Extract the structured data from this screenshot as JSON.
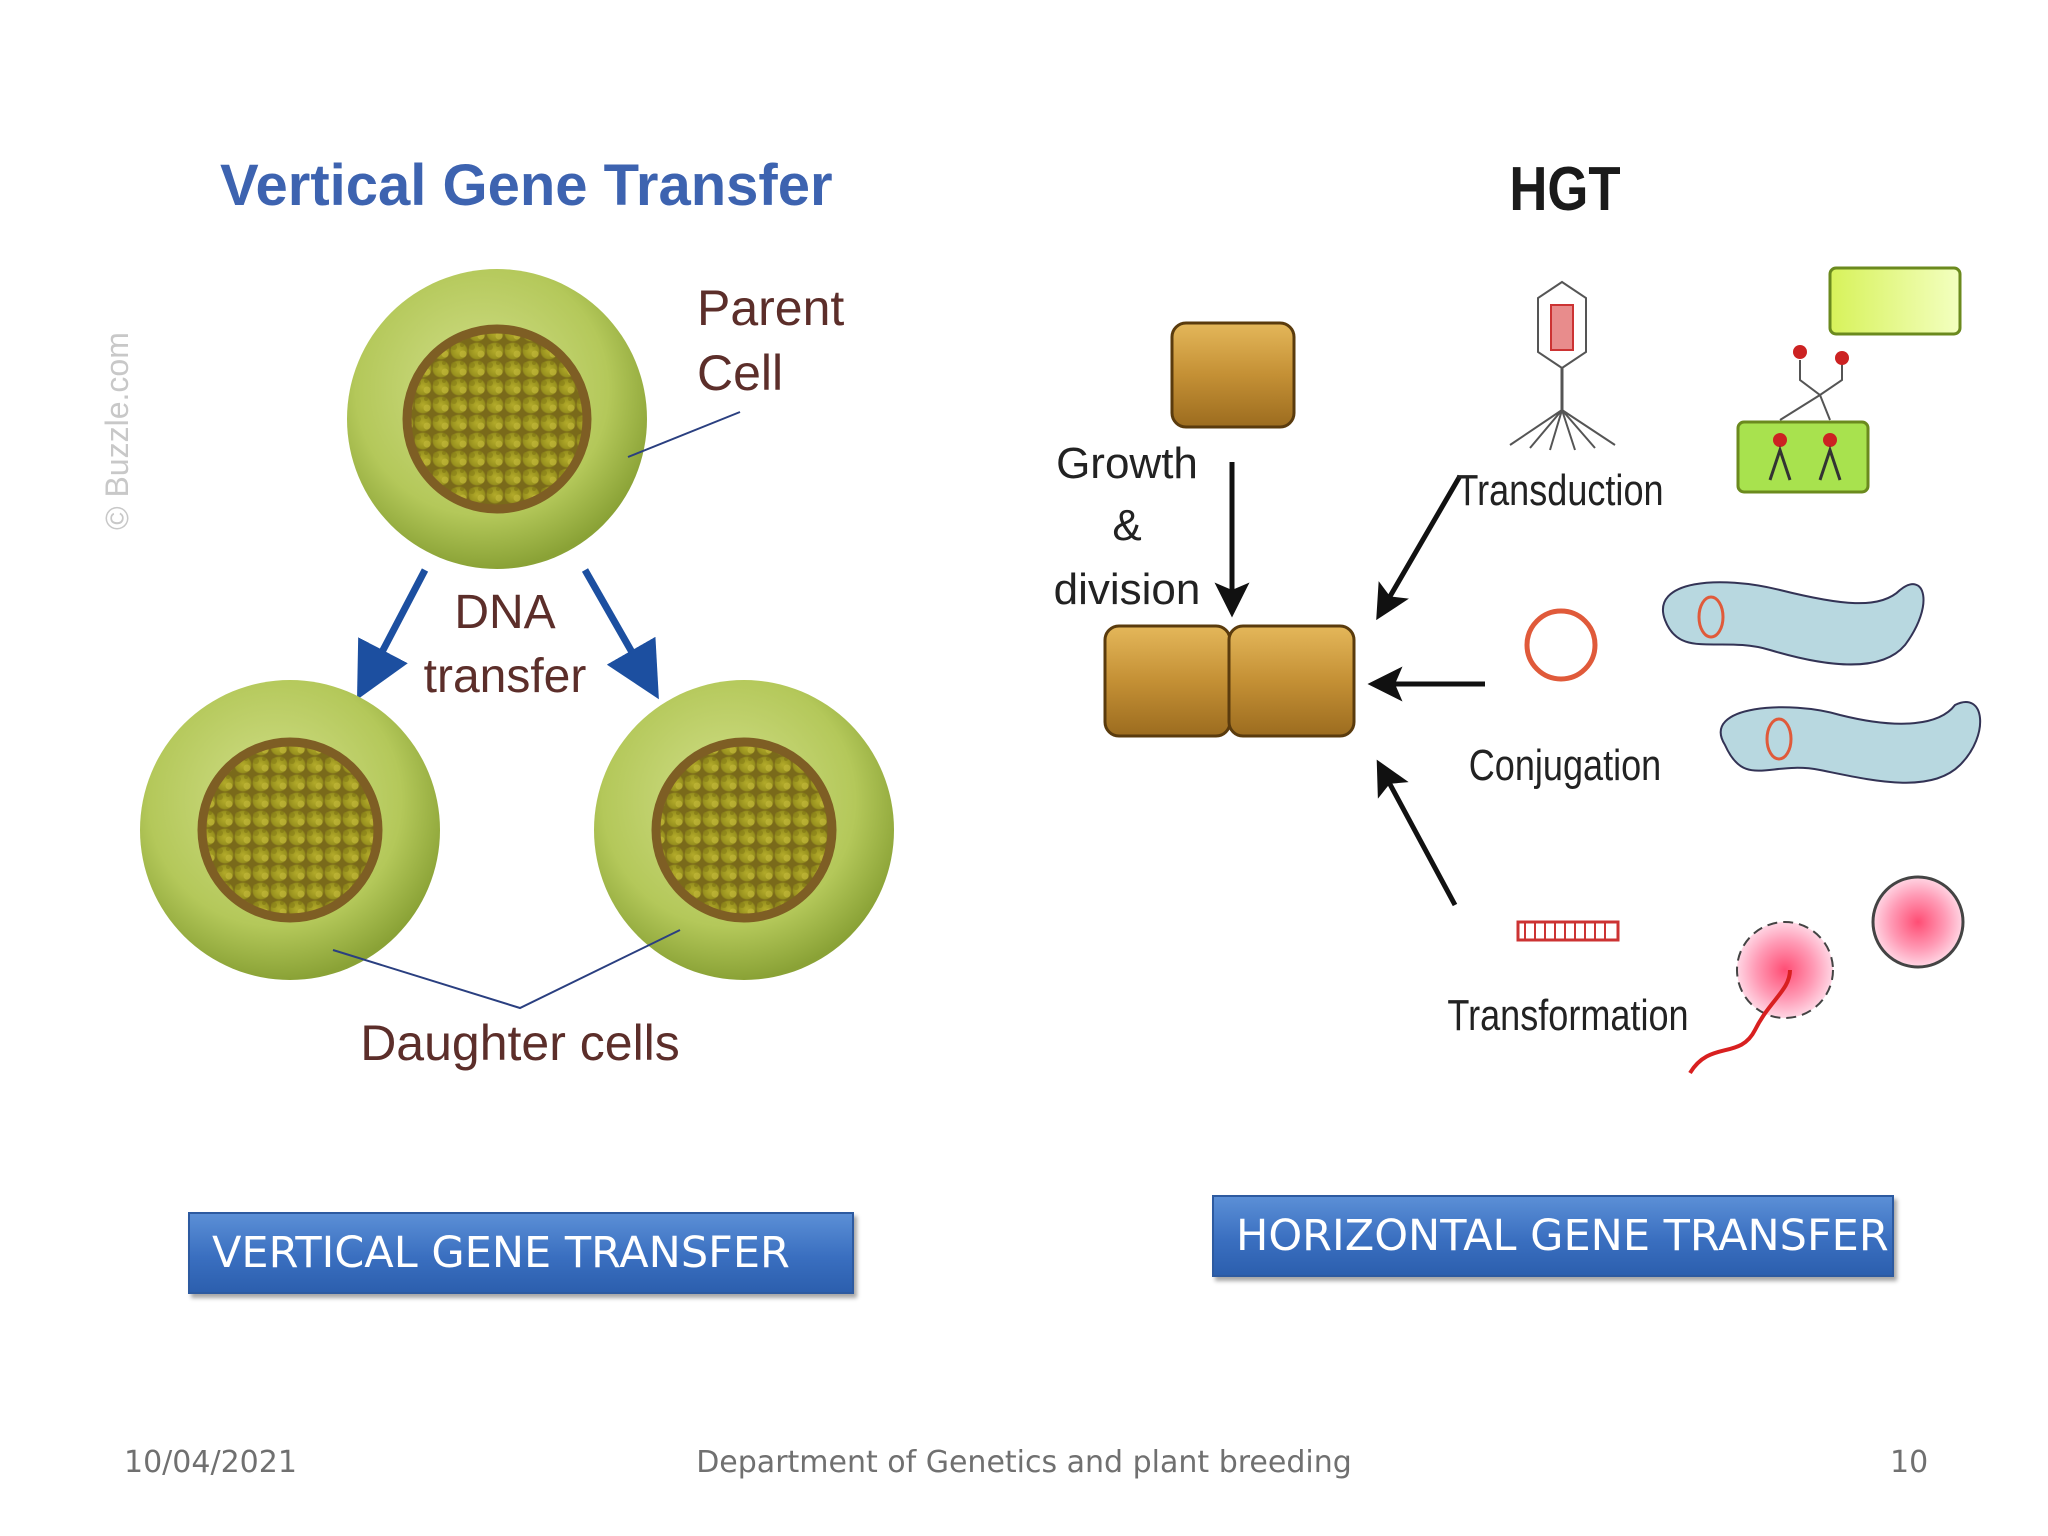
{
  "vgt": {
    "title": "Vertical Gene Transfer",
    "watermark": "© Buzzle.com",
    "parent_label_1": "Parent",
    "parent_label_2": "Cell",
    "dna_label_1": "DNA",
    "dna_label_2": "transfer",
    "daughter_label": "Daughter cells"
  },
  "hgt": {
    "title": "HGT",
    "growth_label_1": "Growth",
    "growth_label_2": "&",
    "growth_label_3": "division",
    "transduction_label": "Transduction",
    "conjugation_label": "Conjugation",
    "transformation_label": "Transformation"
  },
  "buttons": {
    "vertical": "VERTICAL GENE TRANSFER",
    "horizontal": "HORIZONTAL GENE TRANSFER"
  },
  "footer": {
    "date": "10/04/2021",
    "department": "Department of Genetics and plant breeding",
    "page": "10"
  },
  "colors": {
    "title_blue": "#3d63b0",
    "button_blue": "#3a6fc0",
    "cell_green": "#a9c050",
    "bacterium_gold": "#c9973a",
    "plasmid_red": "#e05a3a"
  }
}
